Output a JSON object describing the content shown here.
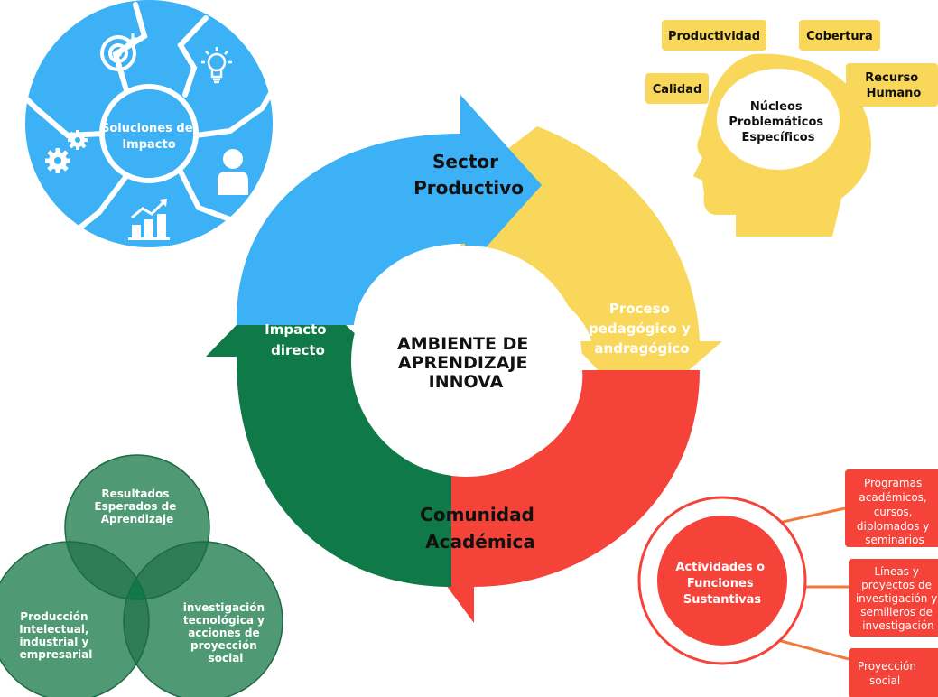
{
  "center": {
    "lines": [
      "AMBIENTE DE",
      "APRENDIZAJE",
      "INNOVA"
    ]
  },
  "cycle": {
    "sector": {
      "lines": [
        "Sector",
        "Productivo"
      ],
      "color": "#3cb1f5"
    },
    "proceso": {
      "lines": [
        "Proceso",
        "pedagógico y",
        "andragógico"
      ],
      "color": "#f9d75a"
    },
    "comunidad": {
      "lines": [
        "Comunidad",
        "Académica"
      ],
      "color": "#f5433a"
    },
    "impacto": {
      "lines": [
        "Impacto",
        "directo"
      ],
      "color": "#0f7a47"
    }
  },
  "soluciones": {
    "lines": [
      "Soluciones de",
      "Impacto"
    ],
    "color": "#3cb1f5",
    "icons": [
      "target-icon",
      "lightbulb-icon",
      "user-icon",
      "growth-chart-icon",
      "gears-icon"
    ]
  },
  "nucleos": {
    "lines": [
      "Núcleos",
      "Problemáticos",
      "Específicos"
    ],
    "color": "#f9d75a",
    "tags": [
      {
        "lines": [
          "Productividad"
        ]
      },
      {
        "lines": [
          "Cobertura"
        ]
      },
      {
        "lines": [
          "Calidad"
        ]
      },
      {
        "lines": [
          "Recurso",
          "Humano"
        ]
      }
    ]
  },
  "venn": {
    "color": "#4f9a74",
    "circles": [
      {
        "lines": [
          "Resultados",
          "Esperados de",
          "Aprendizaje"
        ]
      },
      {
        "lines": [
          "Producción",
          "Intelectual,",
          "industrial y",
          "empresarial"
        ]
      },
      {
        "lines": [
          "investigación",
          "tecnológica y",
          "acciones de",
          "proyección",
          "social"
        ]
      }
    ]
  },
  "actividades": {
    "lines": [
      "Actividades o",
      "Funciones",
      "Sustantivas"
    ],
    "color": "#f5433a",
    "items": [
      {
        "lines": [
          "Programas",
          "académicos,",
          "cursos,",
          "diplomados y",
          "seminarios"
        ]
      },
      {
        "lines": [
          "Líneas y",
          "proyectos de",
          "investigación y",
          "semilleros de",
          "investigación"
        ]
      },
      {
        "lines": [
          "Proyección",
          "social"
        ]
      }
    ]
  }
}
